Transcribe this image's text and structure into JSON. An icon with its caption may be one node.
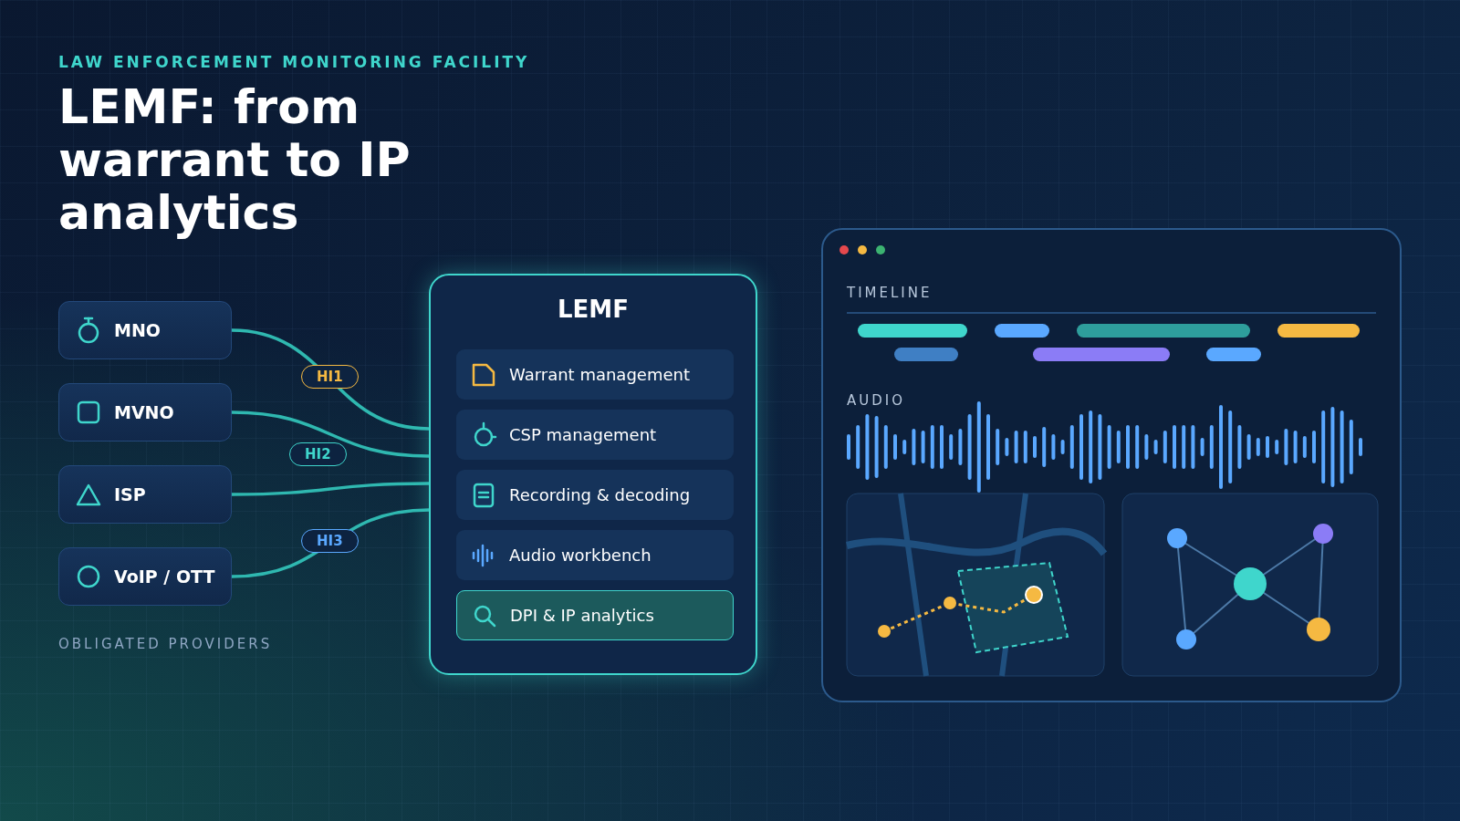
{
  "diagram": {
    "title": "LEMF: from warrant to IP analytics",
    "nodes": [
      {
        "text": [
          "MNO"
        ]
      },
      {
        "text": [
          "MVNO"
        ]
      },
      {
        "text": [
          "ISP"
        ]
      },
      {
        "text": [
          "VoIP / OTT"
        ]
      },
      {
        "text": [
          "LEMF"
        ]
      },
      {
        "text": [
          "Warrant management"
        ],
        "in": 4
      },
      {
        "text": [
          "CSP management"
        ],
        "in": 4
      },
      {
        "text": [
          "Recording & decoding"
        ],
        "in": 4
      },
      {
        "text": [
          "Audio workbench"
        ],
        "in": 4
      },
      {
        "text": [
          "DPI & IP analytics"
        ],
        "in": 4
      }
    ],
    "edges": [
      {
        "from": 0,
        "to": 4,
        "arrow": "none",
        "label": "HI1"
      },
      {
        "from": 1,
        "to": 4,
        "arrow": "none"
      },
      {
        "from": 2,
        "to": 4,
        "arrow": "none"
      },
      {
        "from": 3,
        "to": 4,
        "arrow": "none",
        "label": "HI3"
      }
    ],
    "labels": [
      "LAW ENFORCEMENT MONITORING FACILITY",
      "HI2",
      "OBLIGATED PROVIDERS",
      "TIMELINE",
      "AUDIO"
    ]
  }
}
